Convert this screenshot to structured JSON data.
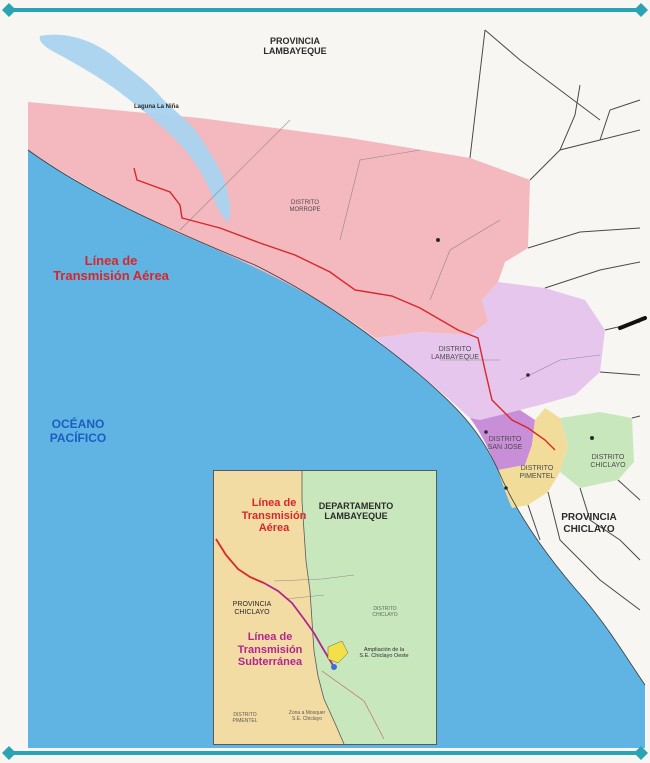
{
  "colors": {
    "ocean": "#5fb4e4",
    "morrope": "#f4b8bf",
    "lambayeque": "#e6c6ec",
    "san_jose": "#c98ed8",
    "pimentel": "#f2dc9a",
    "chiclayo": "#c9e7bd",
    "land": "#f7f6f2",
    "transmission_aerial": "#d8262a",
    "transmission_underground": "#b2258f",
    "frame": "#2aa3b3"
  },
  "labels": {
    "provincia_lambayeque_1": "PROVINCIA",
    "provincia_lambayeque_2": "LAMBAYEQUE",
    "laguna": "Laguna La Niña",
    "distrito_morrope_1": "DISTRITO",
    "distrito_morrope_2": "MORROPE",
    "distrito_lambayeque_1": "DISTRITO",
    "distrito_lambayeque_2": "LAMBAYEQUE",
    "distrito_san_jose_1": "DISTRITO",
    "distrito_san_jose_2": "SAN JOSE",
    "distrito_pimentel_1": "DISTRITO",
    "distrito_pimentel_2": "PIMENTEL",
    "distrito_chiclayo_1": "DISTRITO",
    "distrito_chiclayo_2": "CHICLAYO",
    "provincia_chiclayo_1": "PROVINCIA",
    "provincia_chiclayo_2": "CHICLAYO",
    "linea_aerea_1": "Línea de",
    "linea_aerea_2": "Transmisión Aérea",
    "oceano_1": "OCÉANO",
    "oceano_2": "PACÍFICO"
  },
  "inset": {
    "linea_aerea_1": "Línea de",
    "linea_aerea_2": "Transmisión",
    "linea_aerea_3": "Aérea",
    "departamento_1": "DEPARTAMENTO",
    "departamento_2": "LAMBAYEQUE",
    "provincia_1": "PROVINCIA",
    "provincia_2": "CHICLAYO",
    "linea_subterranea_1": "Línea de",
    "linea_subterranea_2": "Transmisión",
    "linea_subterranea_3": "Subterránea",
    "distrito_chiclayo_1": "DISTRITO",
    "distrito_chiclayo_2": "CHICLAYO",
    "ampliacion_1": "Ampliación de la",
    "ampliacion_2": "S.E. Chiclayo Oeste",
    "distrito_pimentel_1": "DISTRITO",
    "distrito_pimentel_2": "PIMENTEL",
    "zona_1": "Zona a Mosquer",
    "zona_2": "S.E. Chiclayo"
  }
}
